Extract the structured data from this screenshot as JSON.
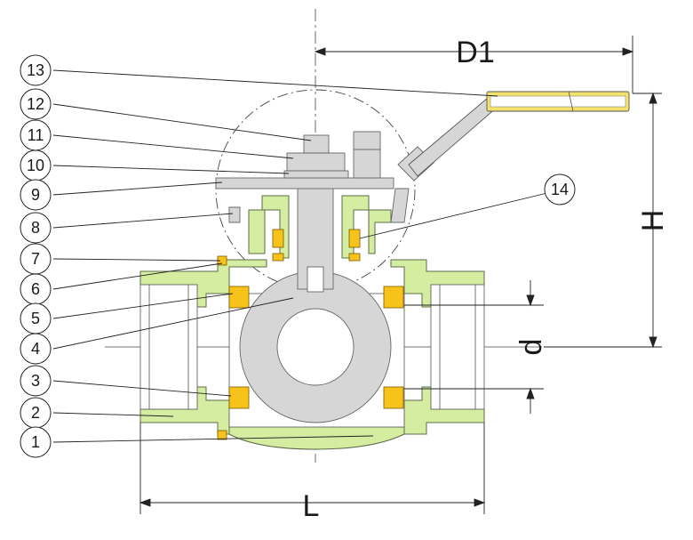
{
  "colors": {
    "body": "#d4eda1",
    "body_stroke": "#5d6b4a",
    "internals": "#d6d6d6",
    "seal": "#f7c21a",
    "handle_grip": "#f3e26c",
    "line": "#222222"
  },
  "part_numbers": [
    "1",
    "2",
    "3",
    "4",
    "5",
    "6",
    "7",
    "8",
    "9",
    "10",
    "11",
    "12",
    "13",
    "14"
  ],
  "dimensions": {
    "length": "L",
    "handle_length": "D1",
    "height": "H",
    "bore": "d"
  }
}
